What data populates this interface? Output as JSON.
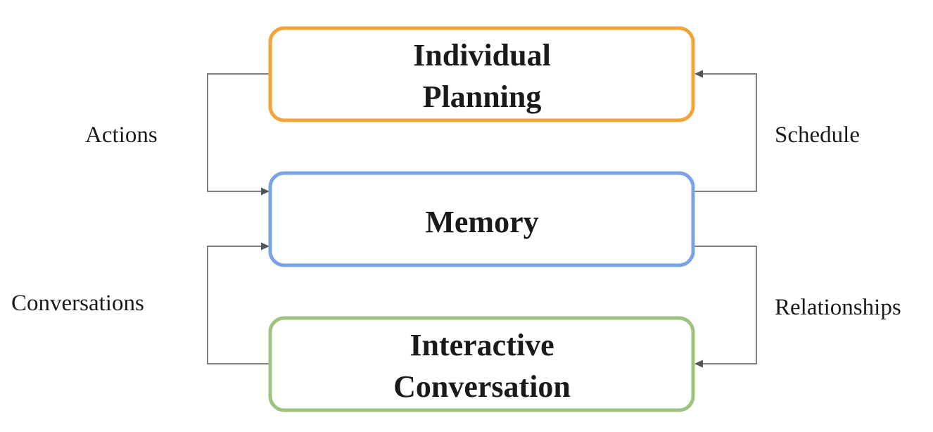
{
  "diagram": {
    "boxes": {
      "planning": {
        "line1": "Individual",
        "line2": "Planning",
        "color": "#f0a43a"
      },
      "memory": {
        "line1": "Memory",
        "color": "#7aa3e5"
      },
      "conversation": {
        "line1": "Interactive",
        "line2": "Conversation",
        "color": "#9dc47f"
      }
    },
    "edges": {
      "actions": "Actions",
      "schedule": "Schedule",
      "conversations": "Conversations",
      "relationships": "Relationships"
    }
  }
}
